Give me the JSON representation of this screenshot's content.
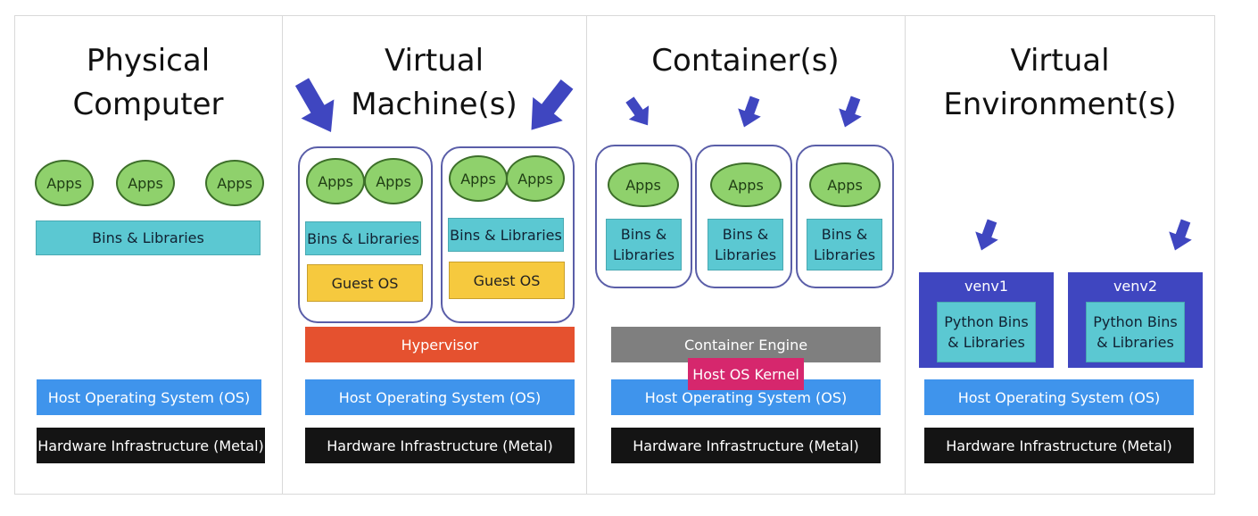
{
  "columns": {
    "physical": {
      "title_line1": "Physical",
      "title_line2": "Computer"
    },
    "vm": {
      "title_line1": "Virtual",
      "title_line2": "Machine(s)"
    },
    "container": {
      "title": "Container(s)"
    },
    "venv": {
      "title_line1": "Virtual",
      "title_line2": "Environment(s)"
    }
  },
  "labels": {
    "apps": "Apps",
    "bins_libraries": "Bins & Libraries",
    "bins_line1": "Bins &",
    "bins_line2": "Libraries",
    "guest_os": "Guest OS",
    "hypervisor": "Hypervisor",
    "container_engine": "Container Engine",
    "host_os_kernel": "Host OS Kernel",
    "host_os": "Host Operating System (OS)",
    "hardware": "Hardware Infrastructure (Metal)",
    "venv1": "venv1",
    "venv2": "venv2",
    "python_bins_line1": "Python Bins",
    "python_bins_line2": "& Libraries"
  },
  "colors": {
    "apps": "#8fd16c",
    "bins": "#5bc8d2",
    "guest_os": "#f6c93e",
    "hypervisor": "#e5512f",
    "container_engine": "#7f7f7f",
    "host_os_kernel": "#d6276d",
    "host_os": "#3f94ec",
    "hardware": "#141414",
    "venv": "#3f46c0",
    "arrow": "#3f46c0"
  }
}
